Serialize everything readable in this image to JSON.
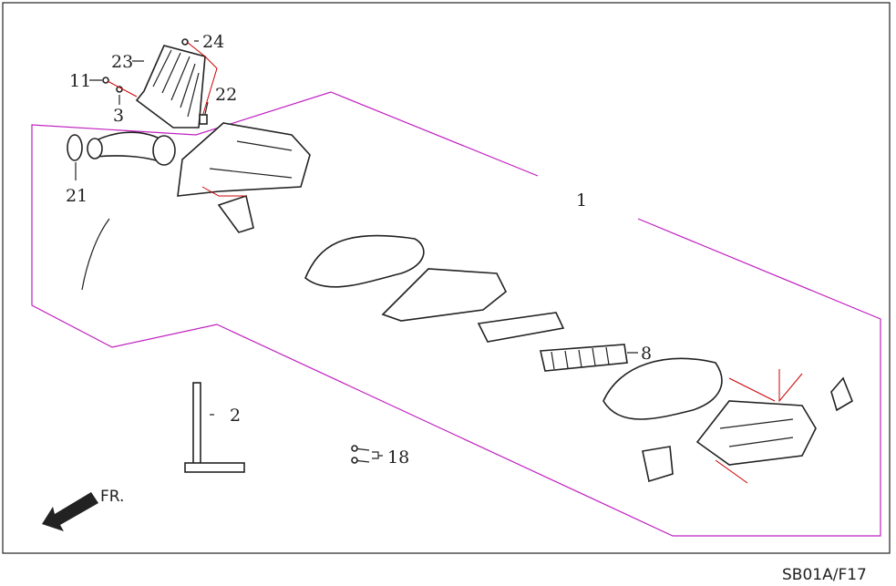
{
  "diagram": {
    "code": "SB01A/F17",
    "direction_label": "FR.",
    "callouts": [
      "24",
      "23",
      "11",
      "3",
      "22",
      "21",
      "1",
      "8",
      "2",
      "18"
    ]
  }
}
